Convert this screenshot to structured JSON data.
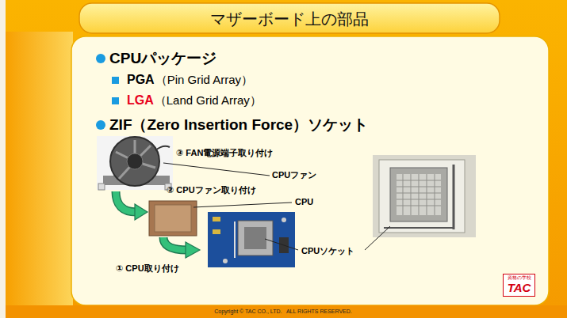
{
  "diagram": {
    "title": "マザーボード上の部品",
    "nodes": [
      {
        "text": [
          "資格の学校",
          "TAC"
        ]
      }
    ],
    "labels": [
      "CPUパッケージ",
      "PGA",
      "（Pin Grid Array）",
      "LGA",
      "（Land Grid Array）",
      "ZIF（Zero Insertion Force）ソケット",
      "③ FAN電源端子取り付け",
      "CPUファン",
      "② CPUファン取り付け",
      "CPU",
      "CPUソケット",
      "① CPU取り付け",
      "Copyright © TAC CO., LTD.   ALL RIGHTS RESERVED."
    ]
  }
}
